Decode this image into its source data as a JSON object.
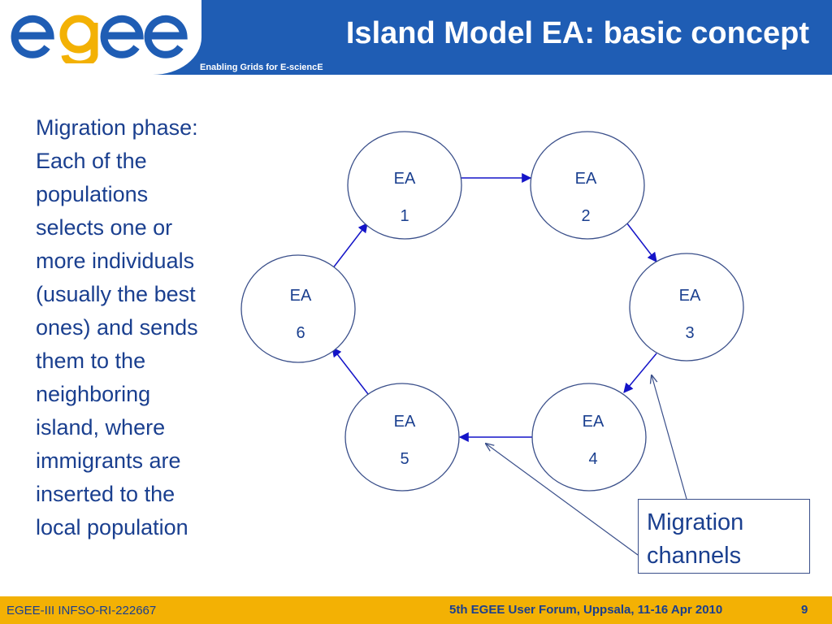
{
  "header": {
    "logo_text": "egee",
    "title": "Island Model EA: basic concept",
    "tagline": "Enabling Grids for E-sciencE"
  },
  "body": {
    "lines": [
      "Migration phase:",
      "Each of the",
      "populations",
      "selects one or",
      "more individuals",
      "(usually the best",
      "ones) and sends",
      "them to the",
      "neighboring",
      "island, where",
      "immigrants are",
      "inserted to the",
      "local population"
    ]
  },
  "diagram": {
    "nodes": [
      {
        "name": "EA",
        "number": "1"
      },
      {
        "name": "EA",
        "number": "2"
      },
      {
        "name": "EA",
        "number": "3"
      },
      {
        "name": "EA",
        "number": "4"
      },
      {
        "name": "EA",
        "number": "5"
      },
      {
        "name": "EA",
        "number": "6"
      }
    ],
    "edges": [
      [
        "1",
        "2"
      ],
      [
        "2",
        "3"
      ],
      [
        "3",
        "4"
      ],
      [
        "4",
        "5"
      ],
      [
        "5",
        "6"
      ],
      [
        "6",
        "1"
      ]
    ],
    "callout": {
      "line1": "Migration",
      "line2": "channels"
    }
  },
  "footer": {
    "left": "EGEE-III INFSO-RI-222667",
    "center": "5th EGEE User Forum, Uppsala, 11-16 Apr 2010",
    "page": "9"
  },
  "colors": {
    "header_blue": "#1f5db4",
    "text_blue": "#1a3f8f",
    "arrow_blue": "#1414c8",
    "footer_gold": "#f3b104",
    "logo_yellow": "#f3b104"
  }
}
